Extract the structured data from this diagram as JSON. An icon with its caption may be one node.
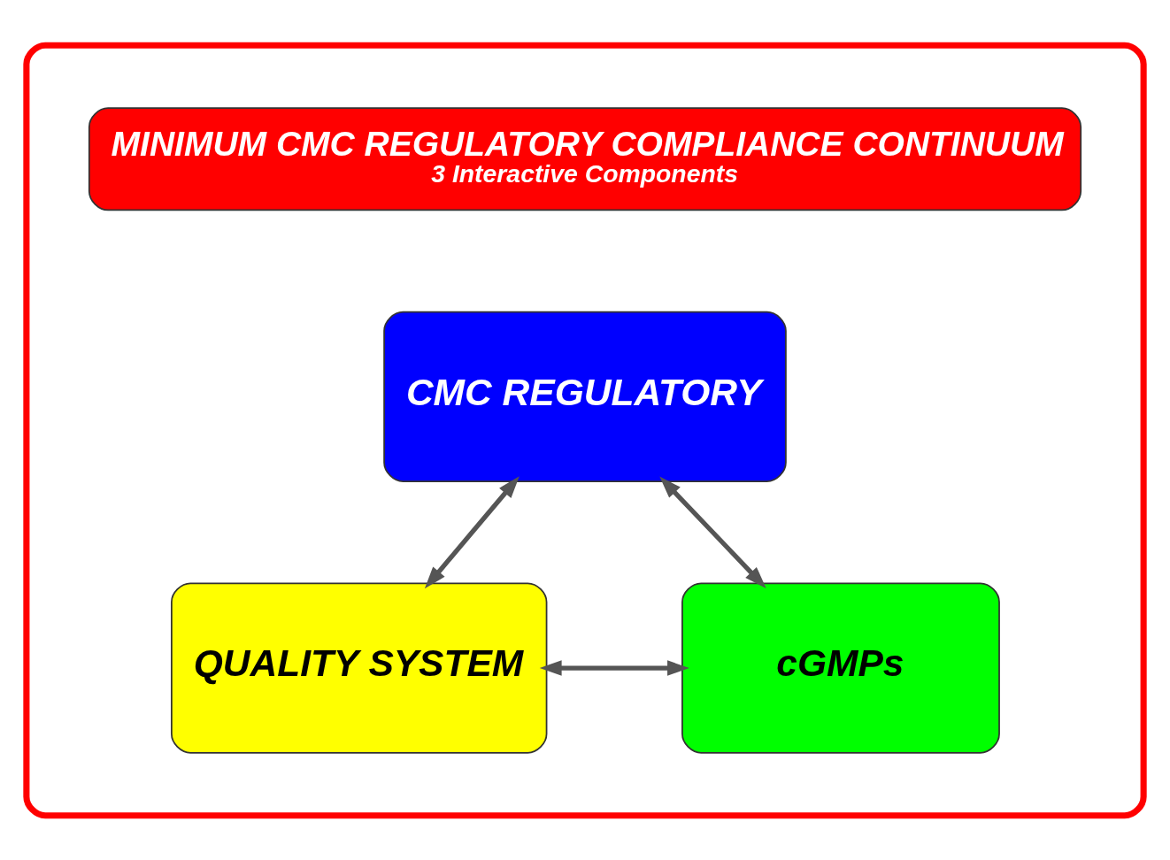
{
  "diagram": {
    "nodes": [
      {
        "text": [],
        "shape": "ellipse"
      },
      {
        "text": [
          "MINIMUM CMC REGULATORY COMPLIANCE CONTINUUM",
          "3 Interactive Components"
        ],
        "in": 0
      },
      {
        "text": [
          "CMC REGULATORY"
        ],
        "in": 0
      },
      {
        "text": [
          "QUALITY SYSTEM"
        ],
        "in": 0
      },
      {
        "text": [
          "cGMPs"
        ],
        "in": 0
      }
    ],
    "edges": [
      {
        "from": 2,
        "to": 3,
        "arrow": "both"
      },
      {
        "from": 2,
        "to": 4,
        "arrow": "both"
      },
      {
        "from": 3,
        "to": 4,
        "arrow": "both"
      }
    ]
  }
}
